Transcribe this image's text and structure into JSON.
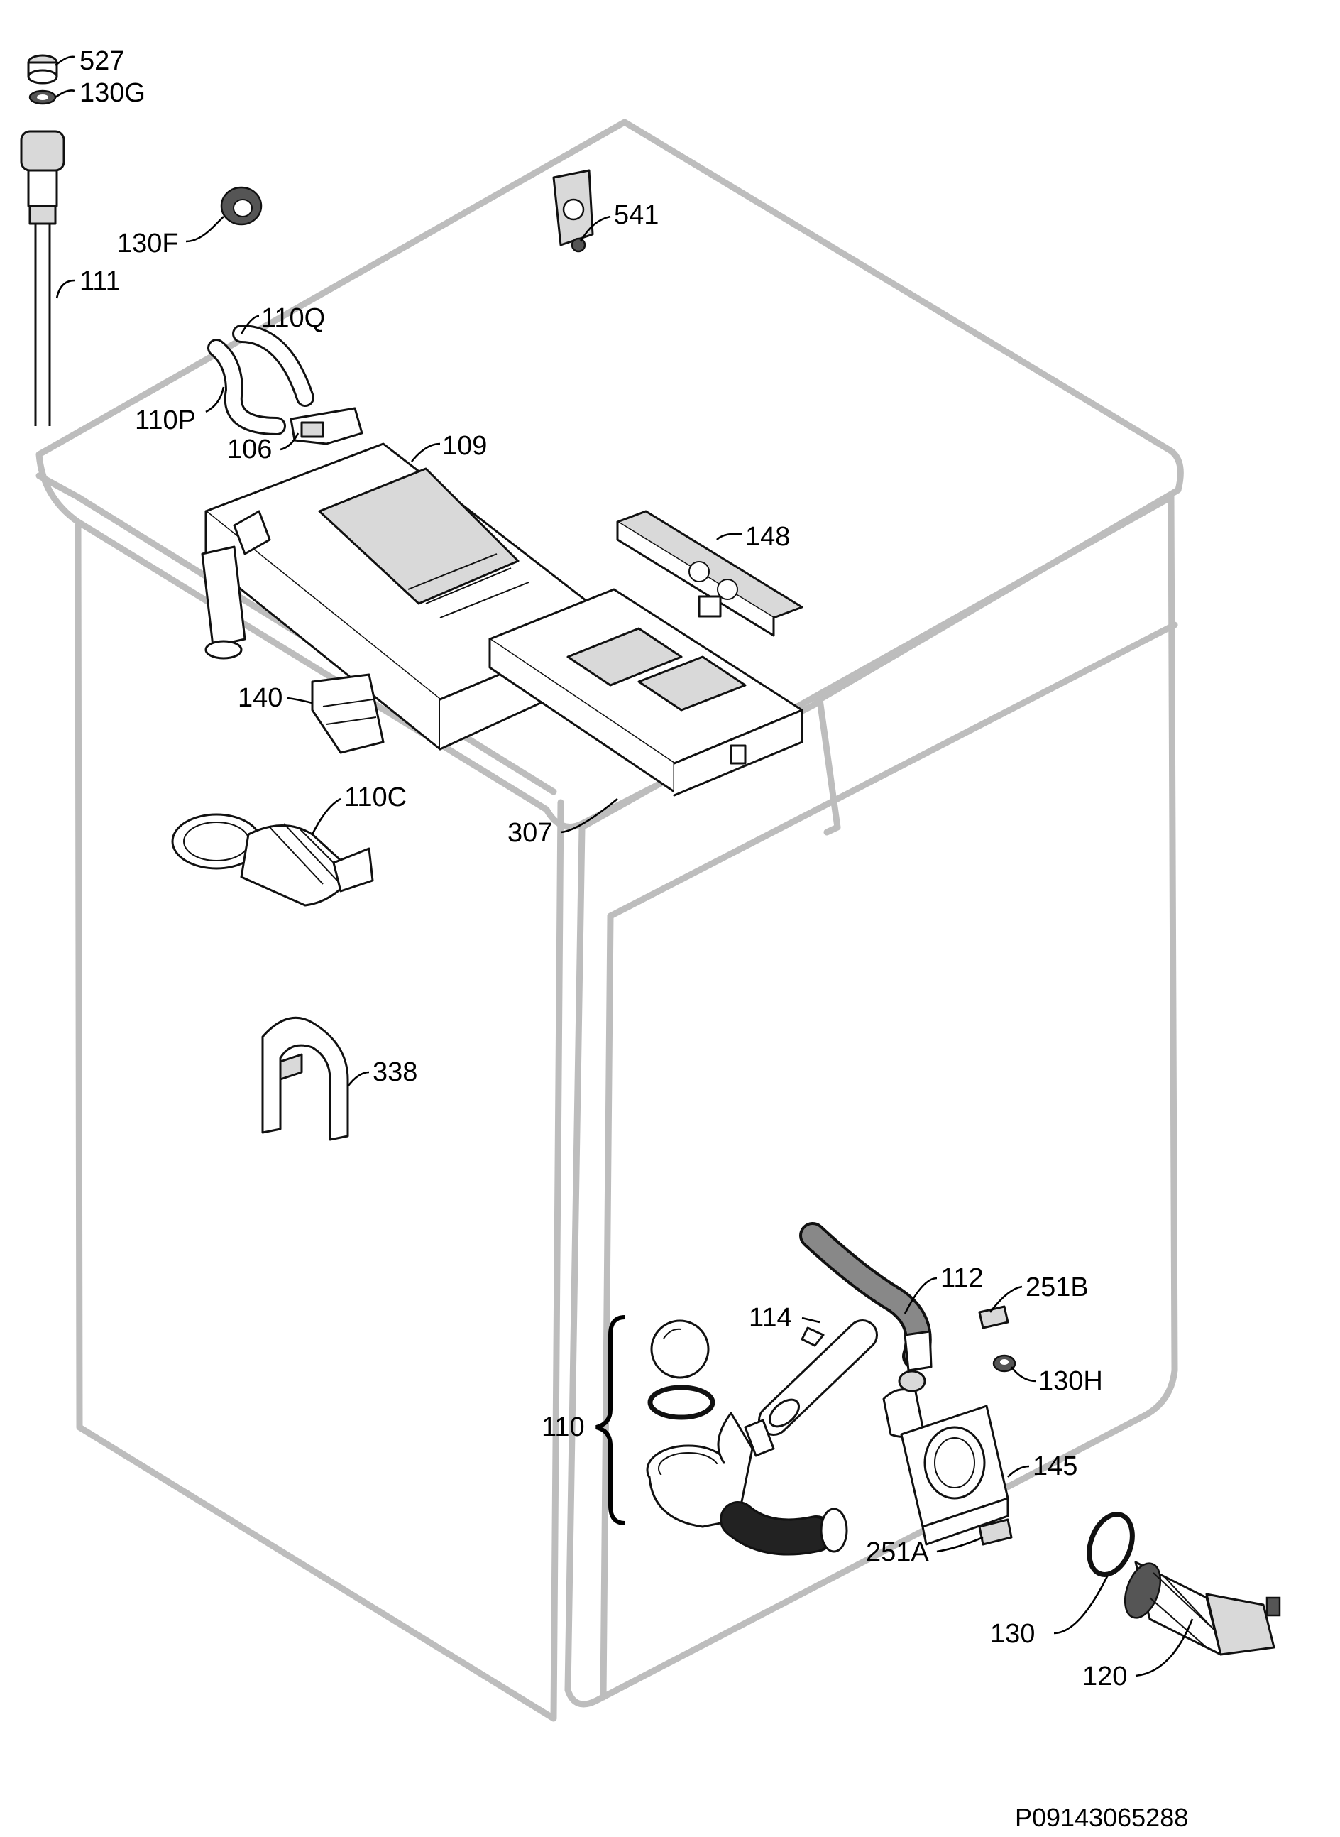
{
  "labels": {
    "p527": "527",
    "p130g": "130G",
    "p130f": "130F",
    "p111": "111",
    "p541": "541",
    "p110q": "110Q",
    "p110p": "110P",
    "p106": "106",
    "p109": "109",
    "p148": "148",
    "p140": "140",
    "p110c": "110C",
    "p307": "307",
    "p338": "338",
    "p112": "112",
    "p251b": "251B",
    "p114": "114",
    "p130h": "130H",
    "p110": "110",
    "p145": "145",
    "p251a": "251A",
    "p130": "130",
    "p120": "120"
  },
  "reference_code": "P09143065288"
}
